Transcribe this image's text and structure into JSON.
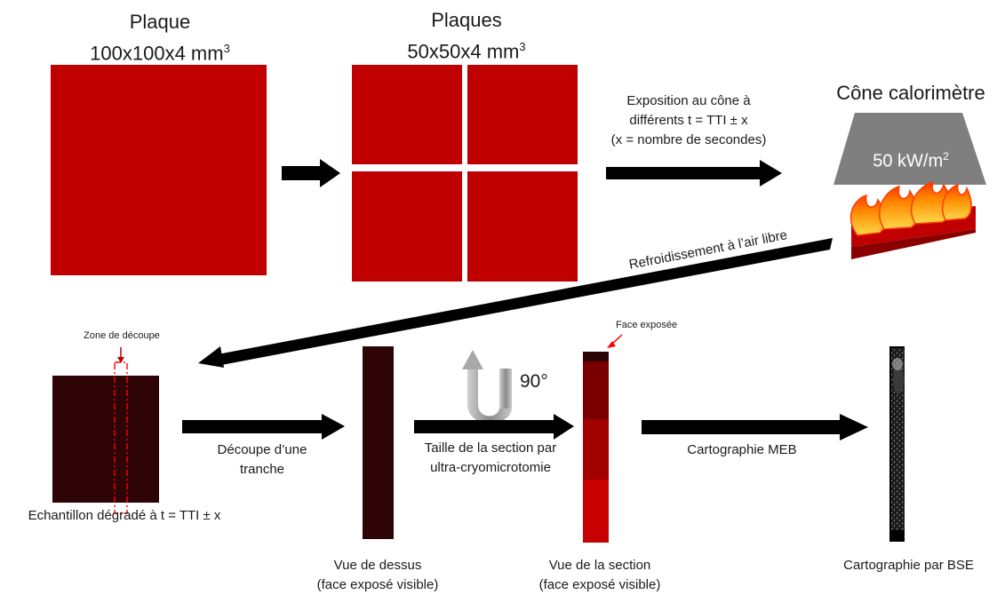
{
  "plaque": {
    "title": "Plaque",
    "dims": "100x100x4 mm",
    "exp": "3"
  },
  "plaques": {
    "title": "Plaques",
    "dims": "50x50x4 mm",
    "exp": "3"
  },
  "exposure": {
    "line1": "Exposition au cône à",
    "line2": "différents t = TTI ± x",
    "line3": "(x = nombre de secondes)"
  },
  "cone": {
    "title": "Cône calorimètre",
    "flux": "50 kW/m",
    "exp": "2"
  },
  "cooling": "Refroidissement à l’air libre",
  "cut_zone": "Zone de découpe",
  "sample_label": "Echantillon dégradé à t = TTI ± x",
  "cut_step": {
    "line1": "Découpe d’une",
    "line2": "tranche"
  },
  "top_view": {
    "line1": "Vue de dessus",
    "line2": "(face exposé visible)"
  },
  "rotation": "90°",
  "section_step": {
    "line1": "Taille de la section par",
    "line2": "ultra-cryomicrotomie"
  },
  "exposed_face": "Face exposée",
  "section_view": {
    "line1": "Vue de la section",
    "line2": "(face exposé visible)"
  },
  "meb_step": "Cartographie MEB",
  "bse_label": "Cartographie par BSE",
  "colors": {
    "plate": "#c00000",
    "degraded": "#2e0406",
    "cone": "#7f7f7f",
    "arrow": "#000000",
    "cut_line": "#ff0000",
    "section_gradient": [
      "#4a0a0a",
      "#7a0000",
      "#a30000",
      "#c80000"
    ]
  },
  "icons": [
    "arrow-right-icon",
    "rotate-arrow-icon",
    "flame-icon",
    "sem-image"
  ]
}
